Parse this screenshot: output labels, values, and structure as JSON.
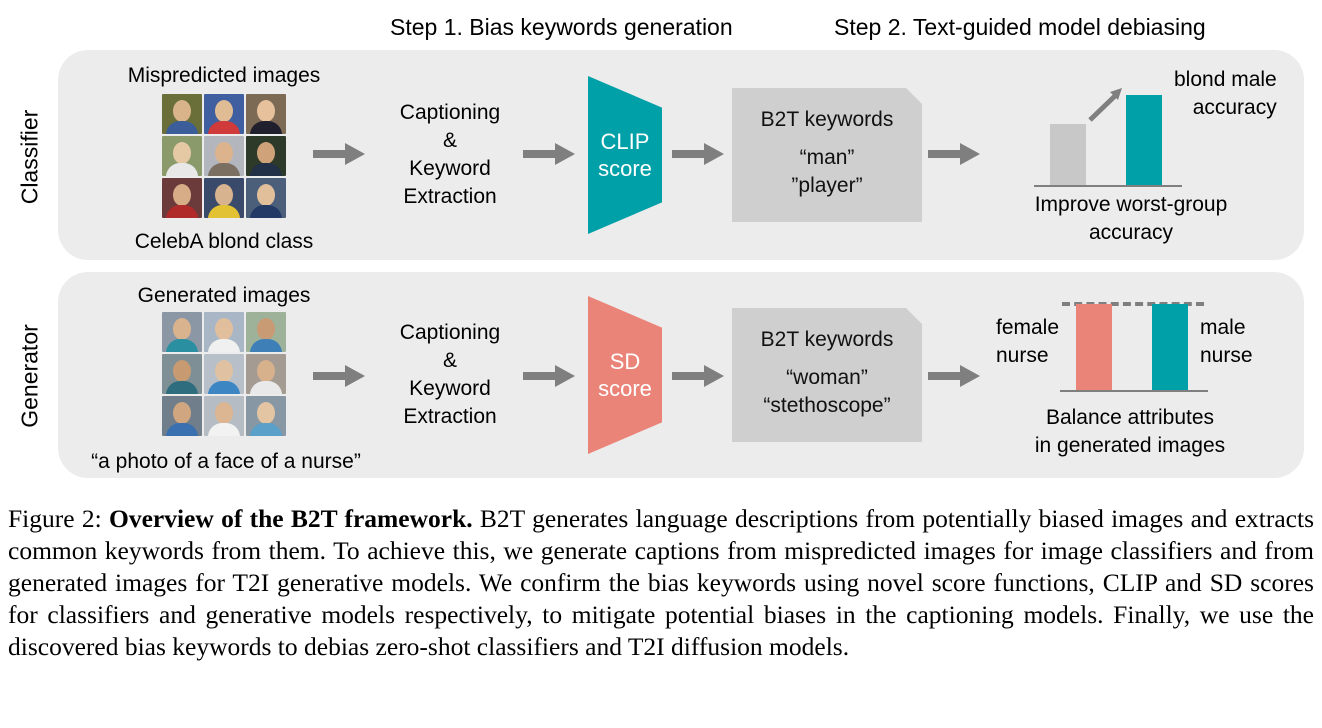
{
  "steps": {
    "step1": "Step 1. Bias keywords generation",
    "step2": "Step 2. Text-guided model debiasing"
  },
  "classifier": {
    "row_label": "Classifier",
    "images_title": "Mispredicted images",
    "images_caption": "CelebA blond class",
    "captioning": [
      "Captioning",
      "&",
      "Keyword",
      "Extraction"
    ],
    "score": [
      "CLIP",
      "score"
    ],
    "keywords_title": "B2T keywords",
    "keywords": [
      "“man”",
      "”player”"
    ],
    "result_label": [
      "blond male",
      "accuracy"
    ],
    "result_text": [
      "Improve worst-group",
      "accuracy"
    ]
  },
  "generator": {
    "row_label": "Generator",
    "images_title": "Generated images",
    "images_caption": "“a photo of a face of a nurse”",
    "captioning": [
      "Captioning",
      "&",
      "Keyword",
      "Extraction"
    ],
    "score": [
      "SD",
      "score"
    ],
    "keywords_title": "B2T keywords",
    "keywords": [
      "“woman”",
      "“stethoscope”"
    ],
    "result_left": [
      "female",
      "nurse"
    ],
    "result_right": [
      "male",
      "nurse"
    ],
    "result_text": [
      "Balance attributes",
      "in generated images"
    ]
  },
  "colors": {
    "teal": "#00a0a8",
    "salmon": "#ea8478",
    "panel": "#ececec",
    "box": "#cfcfcf",
    "arrow": "#7f7f7f",
    "bar_gray": "#c8c8c8"
  },
  "caption": {
    "label": "Figure 2:",
    "bold": "Overview of the B2T framework.",
    "body": "B2T generates language descriptions from potentially biased images and extracts common keywords from them. To achieve this, we generate captions from mispredicted images for image classifiers and from generated images for T2I generative models. We confirm the bias keywords using novel score functions, CLIP and SD scores for classifiers and generative models respectively, to mitigate potential biases in the captioning models. Finally, we use the discovered bias keywords to debias zero-shot classifiers and T2I diffusion models."
  }
}
